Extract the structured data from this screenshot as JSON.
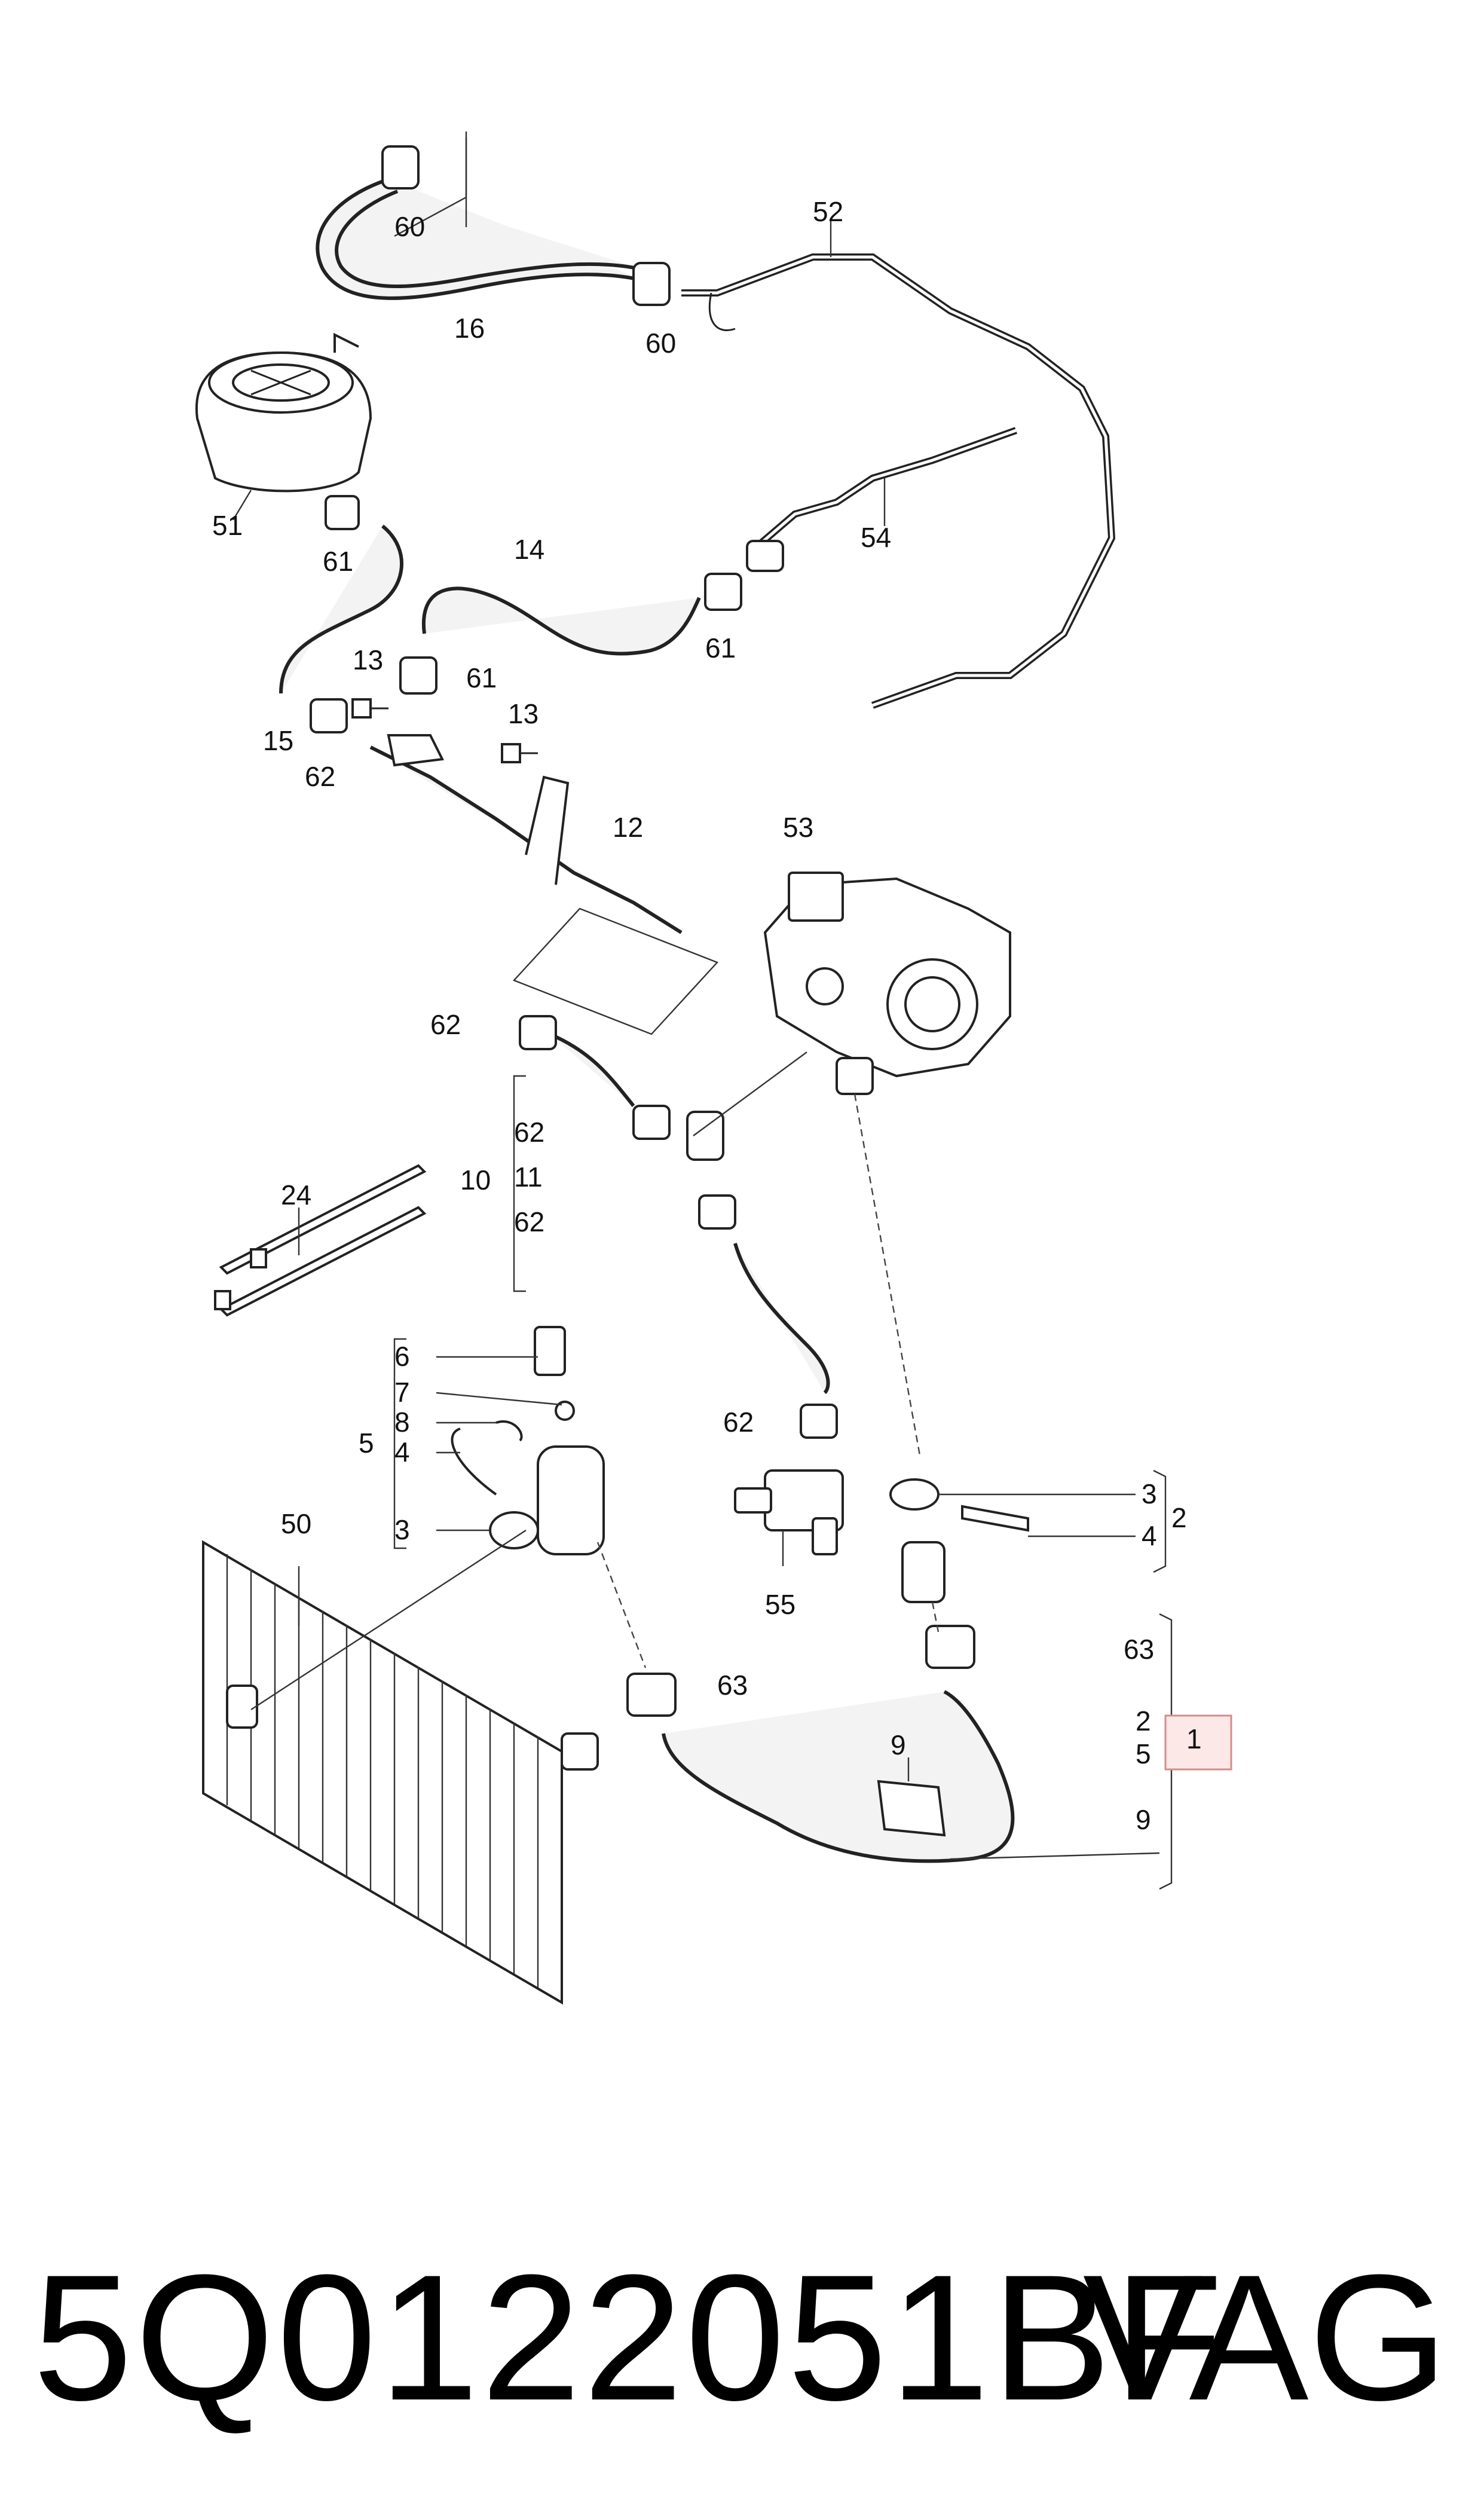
{
  "diagram": {
    "callouts": {
      "c60a": "60",
      "c60b": "60",
      "c16": "16",
      "c52": "52",
      "c51": "51",
      "c61a": "61",
      "c14": "14",
      "c54": "54",
      "c61b": "61",
      "c13a": "13",
      "c61c": "61",
      "c15": "15",
      "c62a": "62",
      "c13b": "13",
      "c12": "12",
      "c53": "53",
      "c62b": "62",
      "c10": "10",
      "c62c": "62",
      "c11": "11",
      "c62d": "62",
      "c24": "24",
      "c6": "6",
      "c7": "7",
      "c8": "8",
      "c5a": "5",
      "c4a": "4",
      "c3a": "3",
      "c50": "50",
      "c62e": "62",
      "c3b": "3",
      "c4b": "4",
      "c2a": "2",
      "c55": "55",
      "c63a": "63",
      "c63b": "63",
      "c2b": "2",
      "c5b": "5",
      "c1": "1",
      "c9a": "9",
      "c9b": "9"
    }
  },
  "footer": {
    "part_number": "5Q0122051BF",
    "brand": "VAG"
  }
}
